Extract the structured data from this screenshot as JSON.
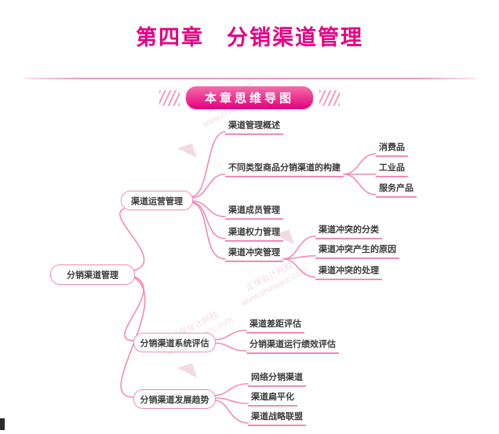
{
  "page": {
    "title": "第四章　分销渠道管理",
    "banner": "本章思维导图"
  },
  "colors": {
    "accent": "#e60082",
    "line": "#f08bb8"
  },
  "watermark": {
    "line1": "正保会计网校",
    "line2": "www.chinaacc.com"
  },
  "mindmap": {
    "root": "分销渠道管理",
    "branches": [
      {
        "label": "渠道运营管理",
        "children": [
          {
            "label": "渠道管理概述"
          },
          {
            "label": "不同类型商品分销渠道的构建",
            "children": [
              "消费品",
              "工业品",
              "服务产品"
            ]
          },
          {
            "label": "渠道成员管理"
          },
          {
            "label": "渠道权力管理"
          },
          {
            "label": "渠道冲突管理",
            "children": [
              "渠道冲突的分类",
              "渠道冲突产生的原因",
              "渠道冲突的处理"
            ]
          }
        ]
      },
      {
        "label": "分销渠道系统评估",
        "children": [
          {
            "label": "渠道差距评估"
          },
          {
            "label": "分销渠道运行绩效评估"
          }
        ]
      },
      {
        "label": "分销渠道发展趋势",
        "children": [
          {
            "label": "网络分销渠道"
          },
          {
            "label": "渠道扁平化"
          },
          {
            "label": "渠道战略联盟"
          }
        ]
      }
    ]
  }
}
